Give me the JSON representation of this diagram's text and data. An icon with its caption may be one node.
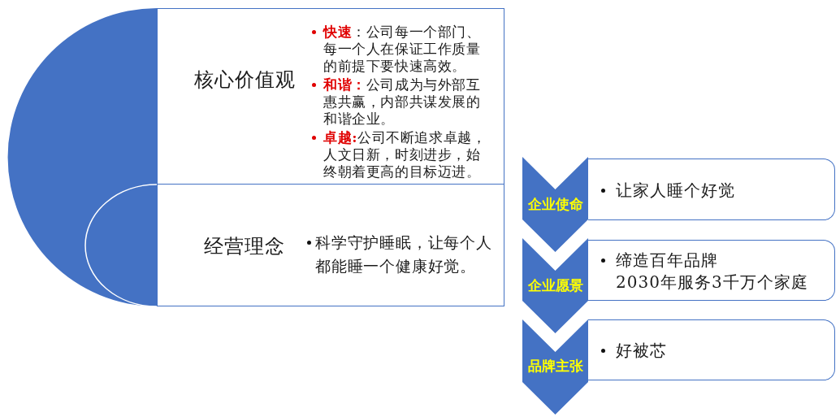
{
  "diagram": {
    "nodes": [
      {
        "text": [
          "核心价值观",
          "**快速**：公司每一个部门、每一个人在保证工作质量的前提下要快速高效。",
          "**和谐：**公司成为与外部互惠共赢，内部共谋发展的和谐企业。",
          "**卓越:**公司不断追求卓越，人文日新，时刻进步，始终朝着更高的目标迈进。"
        ]
      },
      {
        "text": [
          "经营理念",
          "科学守护睡眠，让每个人都能睡一个健康好觉。"
        ]
      },
      {
        "text": [
          "企业使命"
        ]
      },
      {
        "text": [
          "让家人睡个好觉"
        ]
      },
      {
        "text": [
          "企业愿景"
        ]
      },
      {
        "text": [
          "缔造百年品牌",
          "2030年服务3千万个家庭"
        ]
      },
      {
        "text": [
          "品牌主张"
        ]
      },
      {
        "text": [
          "好被芯"
        ]
      }
    ]
  }
}
